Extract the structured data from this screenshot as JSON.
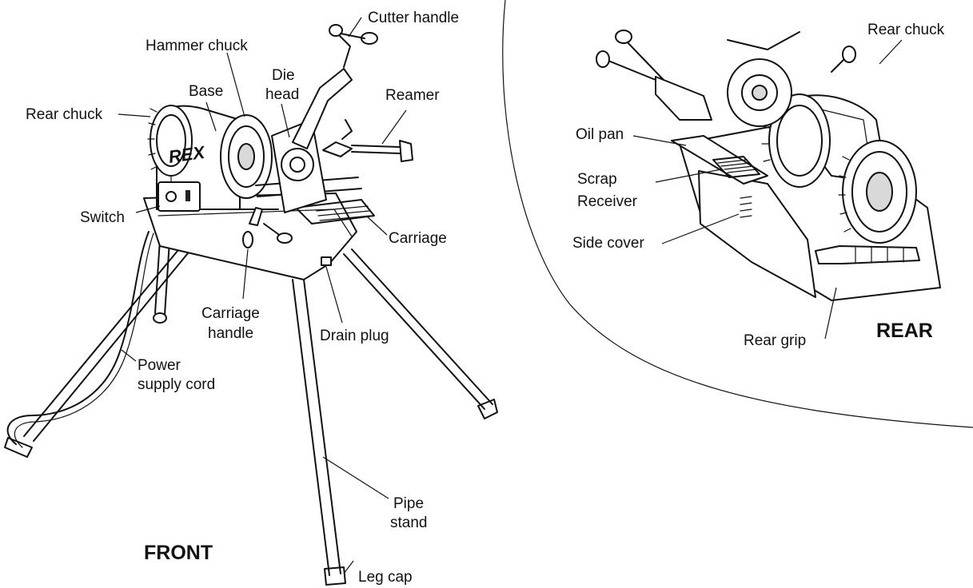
{
  "front": {
    "view_title": "FRONT",
    "labels": {
      "cutter_handle": "Cutter handle",
      "hammer_chuck": "Hammer chuck",
      "die_head_line1": "Die",
      "die_head_line2": "head",
      "base": "Base",
      "reamer": "Reamer",
      "rear_chuck": "Rear chuck",
      "switch": "Switch",
      "carriage": "Carriage",
      "carriage_handle_line1": "Carriage",
      "carriage_handle_line2": "handle",
      "drain_plug": "Drain plug",
      "power_cord_line1": "Power",
      "power_cord_line2": "supply cord",
      "pipe_stand_line1": "Pipe",
      "pipe_stand_line2": "stand",
      "leg_cap": "Leg cap",
      "brand": "REX"
    }
  },
  "rear": {
    "view_title": "REAR",
    "labels": {
      "rear_chuck": "Rear chuck",
      "oil_pan": "Oil pan",
      "scrap_receiver_line1": "Scrap",
      "scrap_receiver_line2": "Receiver",
      "side_cover": "Side cover",
      "rear_grip": "Rear grip"
    }
  }
}
